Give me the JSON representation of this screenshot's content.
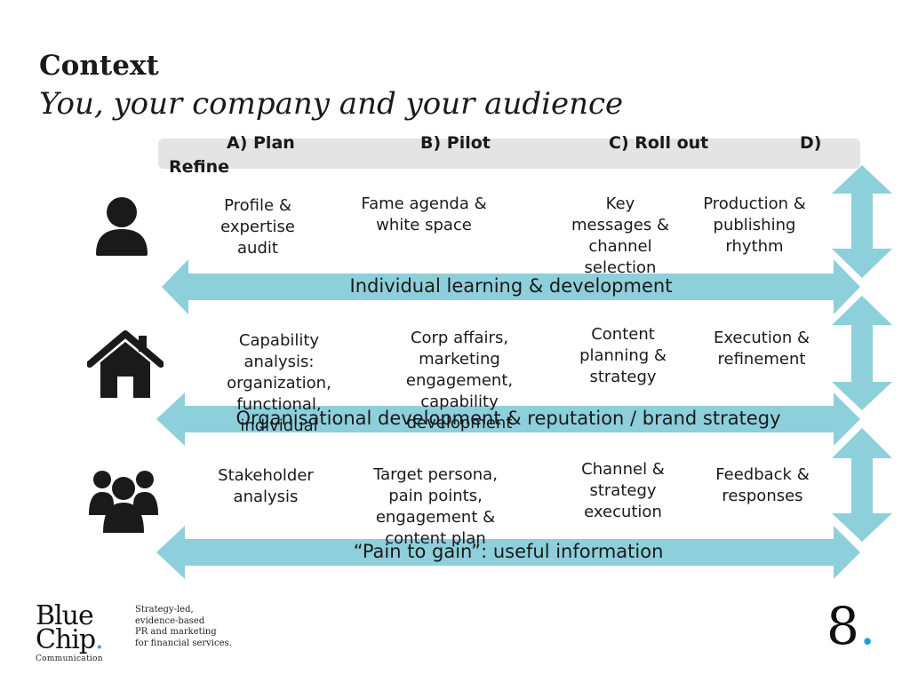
{
  "header": {
    "title": "Context",
    "subtitle": "You, your company and your audience"
  },
  "phases": [
    {
      "label": "A) Plan"
    },
    {
      "label": "B) Pilot"
    },
    {
      "label": "C) Roll out"
    },
    {
      "label": "D)"
    },
    {
      "label": "Refine"
    }
  ],
  "rows": [
    {
      "icon": "person-icon",
      "cells": [
        "Profile & expertise audit",
        "Fame agenda & white space",
        "Key messages & channel selection",
        "Production & publishing rhythm"
      ],
      "band": "Individual learning & development"
    },
    {
      "icon": "house-icon",
      "cells": [
        "Capability analysis: organization, functional, individual",
        "Corp affairs, marketing engagement, capability development",
        "Content planning & strategy",
        "Execution & refinement"
      ],
      "band": "Organisational development & reputation / brand strategy"
    },
    {
      "icon": "group-icon",
      "cells": [
        "Stakeholder analysis",
        "Target persona, pain points, engagement & content  plan",
        "Channel & strategy execution",
        "Feedback & responses"
      ],
      "band": "“Pain to gain”: useful information"
    }
  ],
  "footer": {
    "logo_line1": "Blue",
    "logo_line2": "Chip",
    "logo_dot": ".",
    "logo_sub": "Communication",
    "tagline": [
      "Strategy-led,",
      "evidence-based",
      "PR and marketing",
      "for financial services."
    ],
    "page_number": "8",
    "page_dot": "."
  },
  "colors": {
    "arrow": "#8ecfdc",
    "phase_bar": "#e4e4e4",
    "accent": "#1aa0d6",
    "icon": "#1a1a1a"
  }
}
